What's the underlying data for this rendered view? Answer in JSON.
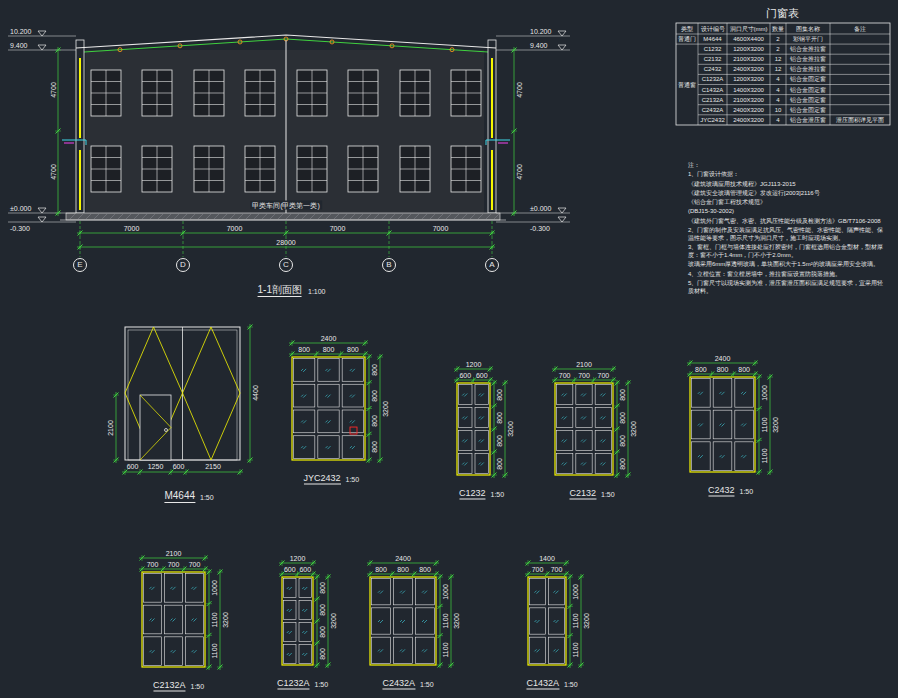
{
  "diagram": {
    "title": "门窗表",
    "nodes": [
      {
        "text": [
          "E"
        ]
      },
      {
        "text": [
          "D"
        ]
      },
      {
        "text": [
          "C"
        ]
      },
      {
        "text": [
          "B"
        ]
      },
      {
        "text": [
          "A"
        ]
      }
    ],
    "labels": [
      "10.200",
      "9.400",
      "±0.000",
      "-0.300",
      "10.200",
      "9.400",
      "±0.000",
      "-0.300",
      "4700",
      "4700",
      "4700",
      "4700",
      "7000",
      "7000",
      "7000",
      "7000",
      "28000",
      "甲类车间(甲类第一类)",
      "1-1剖面图",
      "1:100",
      "类型",
      "设计编号",
      "洞口尺寸(mm)",
      "数量",
      "图集名称",
      "备注",
      "普通门",
      "普通窗",
      "M4644",
      "4600X4400",
      "2",
      "彩钢平开门",
      "C1232",
      "1200X3200",
      "2",
      "铝合金推拉窗",
      "C2132",
      "2100X3200",
      "12",
      "铝合金推拉窗",
      "C2432",
      "2400X3200",
      "12",
      "铝合金推拉窗",
      "C1232A",
      "1200X3200",
      "4",
      "铝合金固定窗",
      "C1432A",
      "1400X3200",
      "4",
      "铝合金固定窗",
      "C2132A",
      "2100X3200",
      "4",
      "铝合金固定窗",
      "C2432A",
      "2400X3200",
      "10",
      "铝合金固定窗",
      "JYC2432",
      "2400X3200",
      "4",
      "铝合金泄压窗",
      "泄压面积详见平面",
      "注：",
      "1、门窗设计依据：",
      "《建筑玻璃应用技术规程》JGJ113-2015",
      "《建筑安全玻璃管理规定》发改运行[2003]2116号",
      "《铝合金门窗工程技术规范》",
      "(DBJ15-30-2002)",
      "《建筑外门窗气密、水密、抗风压性能分级及检测方法》GB/T7106-2008",
      "2、门窗的制作及安装应满足抗风压、气密性能、水密性能、隔声性能、保温性能等要求，图示尺寸为洞口尺寸，施工时应现场实测。",
      "3、窗框、门框与墙体连接处应打胶密封，门窗框选用铝合金型材，型材厚度：窗不小于1.4mm，门不小于2.0mm。",
      "玻璃采用6mm厚透明玻璃，单块面积大于1.5m²的玻璃应采用安全玻璃。",
      "4、立樘位置：窗立樘居墙中，推拉窗应设置防脱落措施。",
      "5、门窗尺寸以现场实测为准，泄压窗泄压面积应满足规范要求，宜采用轻质材料。",
      "600",
      "1250",
      "600",
      "2150",
      "4400",
      "2100",
      "M4644",
      "1:50",
      "2400",
      "800",
      "800",
      "800",
      "3200",
      "800",
      "800",
      "800",
      "800",
      "JYC2432",
      "1:50",
      "1200",
      "600",
      "600",
      "3200",
      "800",
      "800",
      "800",
      "800",
      "C1232",
      "1:50",
      "2100",
      "700",
      "700",
      "700",
      "3200",
      "800",
      "800",
      "800",
      "800",
      "C2132",
      "1:50",
      "2400",
      "800",
      "800",
      "800",
      "3200",
      "1000",
      "1100",
      "1100",
      "C2432",
      "1:50",
      "2100",
      "700",
      "700",
      "700",
      "3200",
      "1000",
      "1100",
      "1100",
      "C2132A",
      "1:50",
      "1200",
      "600",
      "600",
      "3200",
      "800",
      "800",
      "800",
      "800",
      "C1232A",
      "1:50",
      "2400",
      "800",
      "800",
      "800",
      "3200",
      "1000",
      "1100",
      "1100",
      "C2432A",
      "1:50",
      "1400",
      "700",
      "700",
      "3200",
      "1000",
      "1100",
      "1100",
      "C1432A",
      "1:50"
    ]
  }
}
